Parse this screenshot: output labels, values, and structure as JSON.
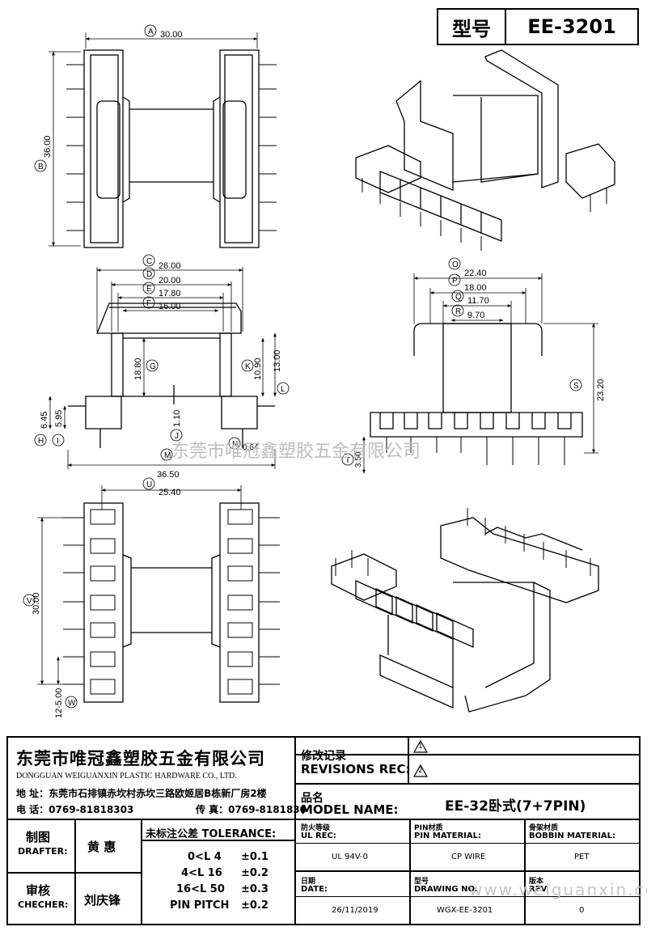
{
  "header": {
    "model_label": "型号",
    "model_value": "EE-3201"
  },
  "dimensions": {
    "A": "30.00",
    "B": "36.00",
    "C": "26.00",
    "D": "20.00",
    "E": "17.80",
    "F": "16.00",
    "G": "18.80",
    "H": "6.45",
    "I": "5.95",
    "J": "1.10",
    "K": "10.90",
    "L": "13.00",
    "M": "36.50",
    "N": "0.64",
    "O": "22.40",
    "P": "18.00",
    "Q": "11.70",
    "R": "9.70",
    "S": "23.20",
    "T": "3.50",
    "U": "25.40",
    "V": "30.00",
    "W": "12-5.00"
  },
  "watermarks": {
    "center": "东莞市唯冠鑫塑胶五金有限公司",
    "url": "www.weiguanxin.com"
  },
  "company": {
    "name_cn": "东莞市唯冠鑫塑胶五金有限公司",
    "name_en": "DONGGUAN WEIGUANXIN PLASTIC HARDWARE CO., LTD.",
    "address": "地 址：东莞市石排镇赤坎村赤坎三路欧姬居B栋新厂房2楼",
    "phone": "电 话：0769-81818303",
    "fax": "传 真：0769-8181830"
  },
  "revisions": {
    "label_cn": "修改记录",
    "label_en": "REVISIONS REC:",
    "mark1": "1",
    "mark2": "2"
  },
  "model_name": {
    "label_cn": "品名",
    "label_en": "MODEL NAME:",
    "value": "EE-32卧式(7+7PIN)"
  },
  "drafter": {
    "label_cn": "制图",
    "label_en": "DRAFTER:",
    "name": "黄 惠"
  },
  "checker": {
    "label_cn": "审核",
    "label_en": "CHECHER:",
    "name": "刘庆锋"
  },
  "tolerance": {
    "title": "未标注公差 TOLERANCE:",
    "rows": [
      {
        "range": "0<L  4",
        "value": "±0.1"
      },
      {
        "range": "4<L  16",
        "value": "±0.2"
      },
      {
        "range": "16<L  50",
        "value": "±0.3"
      },
      {
        "range": "PIN PITCH",
        "value": "±0.2"
      }
    ]
  },
  "specs": {
    "ul_label_cn": "防火等级",
    "ul_label_en": "UL REC:",
    "ul_value": "UL 94V-0",
    "pin_label_cn": "PIN材质",
    "pin_label_en": "PIN MATERIAL:",
    "pin_value": "CP WIRE",
    "bobbin_label_cn": "骨架材质",
    "bobbin_label_en": "BOBBIN MATERIAL:",
    "bobbin_value": "PET",
    "date_label_cn": "日期",
    "date_label_en": "DATE:",
    "date_value": "26/11/2019",
    "drawing_label_cn": "型号",
    "drawing_label_en": "DRAWING NO.",
    "drawing_value": "WGX-EE-3201",
    "rev_label_cn": "版本",
    "rev_label_en": "REV.",
    "rev_value": "0"
  }
}
